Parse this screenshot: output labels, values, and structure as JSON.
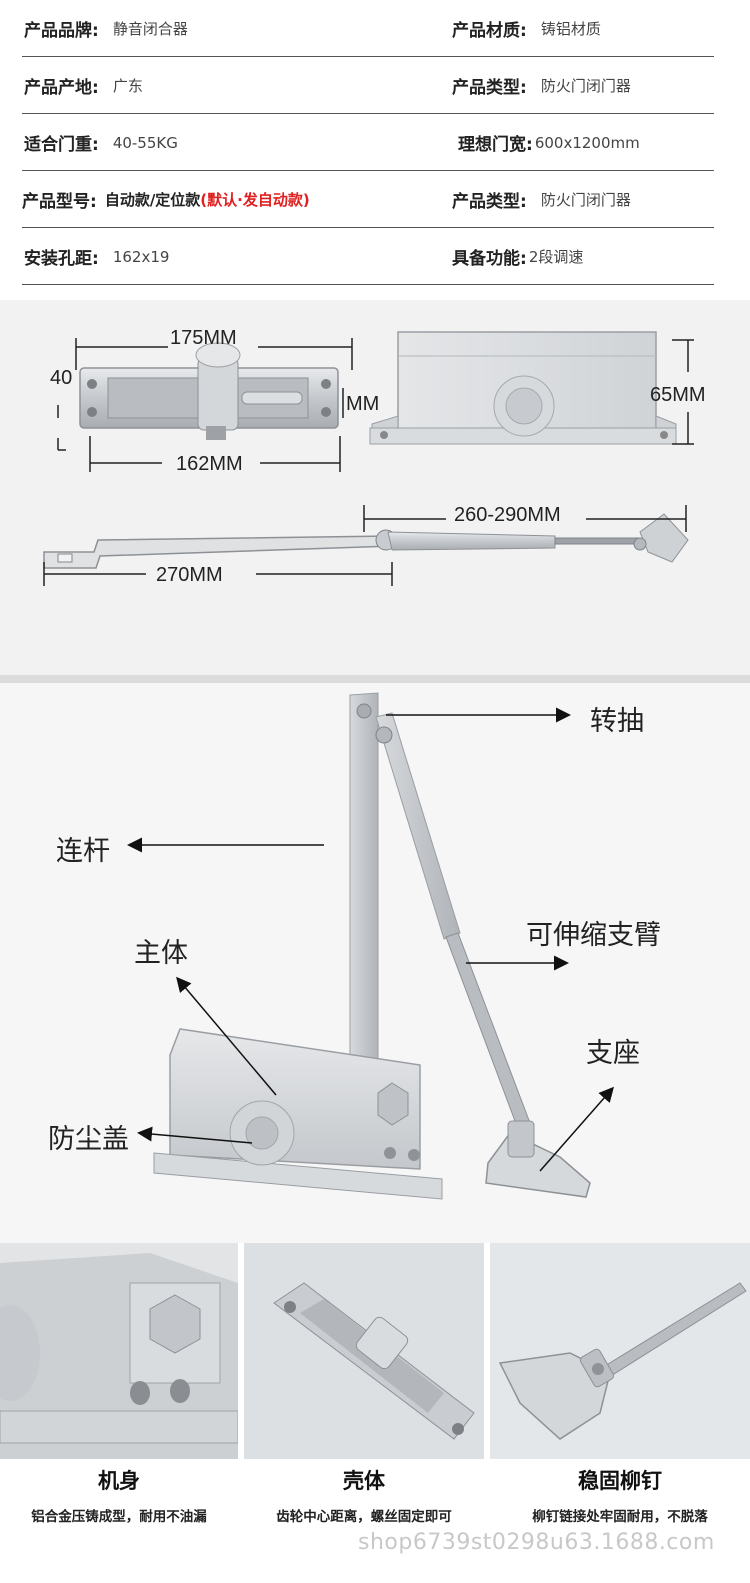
{
  "specs": {
    "rows": [
      {
        "left_label": "产品品牌:",
        "left_value": "静音闭合器",
        "right_label": "产品材质:",
        "right_value": "铸铝材质"
      },
      {
        "left_label": "产品产地:",
        "left_value": "广东",
        "right_label": "产品类型:",
        "right_value": "防火门闭门器"
      },
      {
        "left_label": "适合门重:",
        "left_value": "40-55KG",
        "right_label": "理想门宽:",
        "right_value": "600x1200mm"
      },
      {
        "left_label": "产品型号:",
        "left_value": "自动款/定位款",
        "left_value_red": "(默认·发自动款)",
        "right_label": "产品类型:",
        "right_value": "防火门闭门器"
      },
      {
        "left_label": "安装孔距:",
        "left_value": "162x19",
        "right_label": "具备功能:",
        "right_value": "2段调速"
      }
    ]
  },
  "dimensions": {
    "top_length": "175MM",
    "hole_distance": "162MM",
    "side_height_partial": "40",
    "side_depth_partial": "MM",
    "body_height": "65MM",
    "arm_length": "260-290MM",
    "link_length": "270MM"
  },
  "parts": {
    "pivot": "转抽",
    "link_rod": "连杆",
    "telescopic_arm": "可伸缩支臂",
    "main_body": "主体",
    "bracket": "支座",
    "dust_cover": "防尘盖"
  },
  "details": [
    {
      "title": "机身",
      "desc": "铝合金压铸成型，耐用不油漏"
    },
    {
      "title": "壳体",
      "desc": "齿轮中心距离，螺丝固定即可"
    },
    {
      "title": "稳固柳钉",
      "desc": "柳钉链接处牢固耐用，不脱落"
    }
  ],
  "watermark": "shop6739st0298u63.1688.com",
  "colors": {
    "accent_red": "#e02020",
    "metal": "#c9ccd0",
    "line": "#555555"
  }
}
